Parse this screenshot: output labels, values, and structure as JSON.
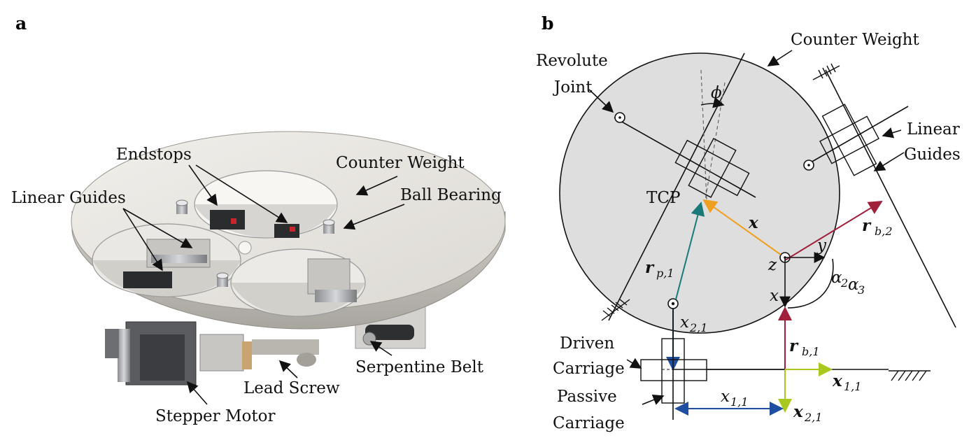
{
  "panel_a": {
    "letter": "a",
    "labels": {
      "endstops": "Endstops",
      "counter_weight": "Counter Weight",
      "linear_guides": "Linear Guides",
      "ball_bearing": "Ball Bearing",
      "serpentine_belt": "Serpentine Belt",
      "lead_screw": "Lead Screw",
      "stepper_motor": "Stepper Motor"
    }
  },
  "panel_b": {
    "letter": "b",
    "labels": {
      "counter_weight": "Counter Weight",
      "revolute": "Revolute",
      "joint": "Joint",
      "linear": "Linear",
      "guides": "Guides",
      "tcp": "TCP",
      "driven": "Driven",
      "carriage_driven": "Carriage",
      "passive": "Passive",
      "carriage_passive": "Carriage"
    },
    "symbols": {
      "phi": "ϕ",
      "x_bold": "x",
      "r": "r",
      "p1_sub": "p,1",
      "b1_sub": "b,1",
      "b2_sub": "b,2",
      "z": "z",
      "y": "y",
      "x": "x",
      "alpha": "α",
      "alpha2_sub": "2",
      "alpha3_sub": "3",
      "x_sym": "x",
      "x21_sub": "2,1",
      "x11_sub": "1,1"
    },
    "colors": {
      "tcp_vector": "#f0a020",
      "rp1_vector": "#1a7a7a",
      "rb_vector": "#a0203c",
      "blue": "#1e4fa0",
      "green": "#a8c820"
    }
  }
}
